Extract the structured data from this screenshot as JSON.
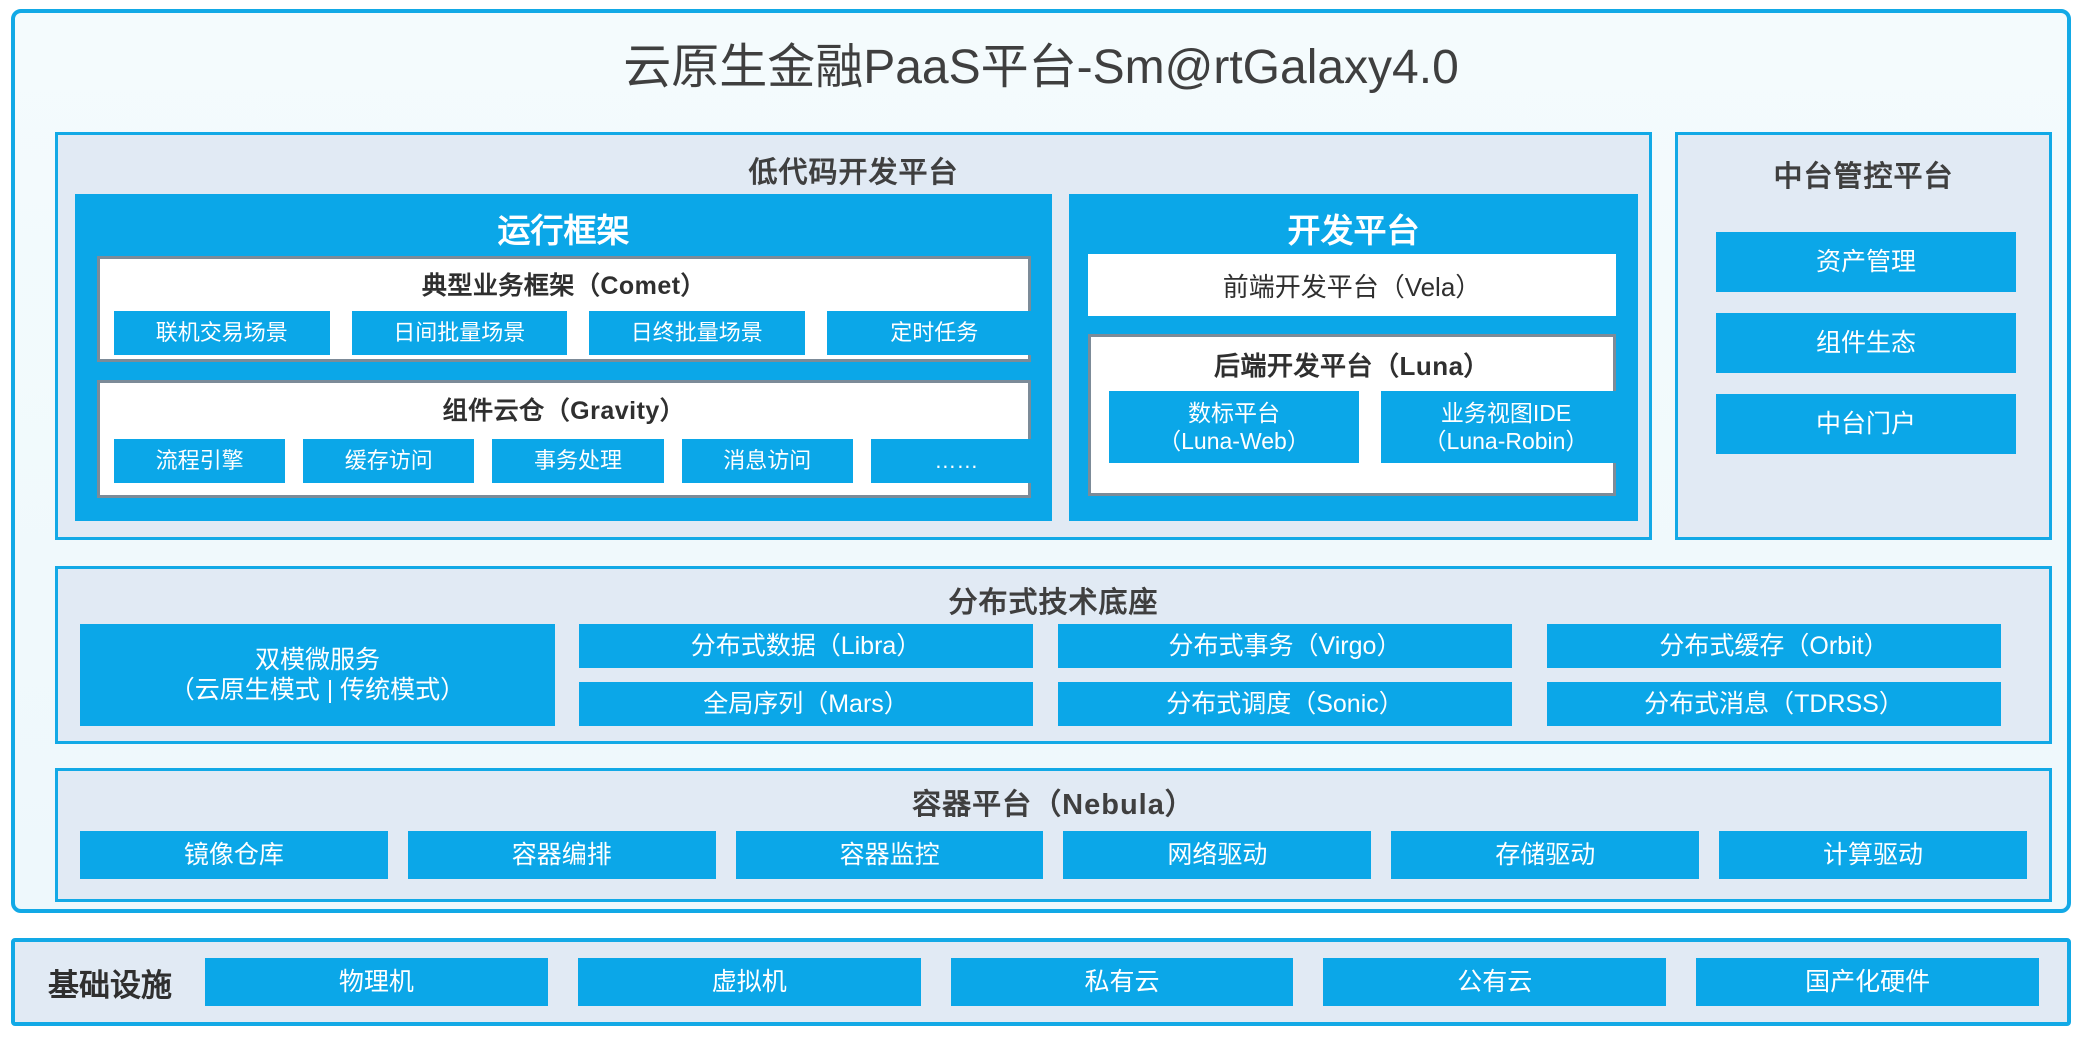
{
  "title": "云原生金融PaaS平台-Sm@rtGalaxy4.0",
  "colors": {
    "accent": "#0BA7E8",
    "frame": "#12A9E6",
    "panel": "#e1eaf4",
    "card_border": "#7c8b98"
  },
  "lowcode": {
    "title": "低代码开发平台",
    "runtime": {
      "title": "运行框架",
      "comet": {
        "title": "典型业务框架（Comet）",
        "chips": [
          "联机交易场景",
          "日间批量场景",
          "日终批量场景",
          "定时任务"
        ]
      },
      "gravity": {
        "title": "组件云仓（Gravity）",
        "chips": [
          "流程引擎",
          "缓存访问",
          "事务处理",
          "消息访问",
          "……"
        ]
      }
    },
    "devplatform": {
      "title": "开发平台",
      "frontend": "前端开发平台（Vela）",
      "backend": {
        "title": "后端开发平台（Luna）",
        "chips": [
          {
            "line1": "数标平台",
            "line2": "（Luna-Web）"
          },
          {
            "line1": "业务视图IDE",
            "line2": "（Luna-Robin）"
          }
        ]
      }
    }
  },
  "midplatform": {
    "title": "中台管控平台",
    "items": [
      "资产管理",
      "组件生态",
      "中台门户"
    ]
  },
  "distributed_base": {
    "title": "分布式技术底座",
    "dual_mode": {
      "line1": "双模微服务",
      "line2": "（云原生模式 | 传统模式）"
    },
    "columns": [
      [
        "分布式数据（Libra）",
        "全局序列（Mars）"
      ],
      [
        "分布式事务（Virgo）",
        "分布式调度（Sonic）"
      ],
      [
        "分布式缓存（Orbit）",
        "分布式消息（TDRSS）"
      ]
    ]
  },
  "container_platform": {
    "title": "容器平台（Nebula）",
    "items": [
      "镜像仓库",
      "容器编排",
      "容器监控",
      "网络驱动",
      "存储驱动",
      "计算驱动"
    ]
  },
  "infrastructure": {
    "label": "基础设施",
    "items": [
      "物理机",
      "虚拟机",
      "私有云",
      "公有云",
      "国产化硬件"
    ]
  }
}
